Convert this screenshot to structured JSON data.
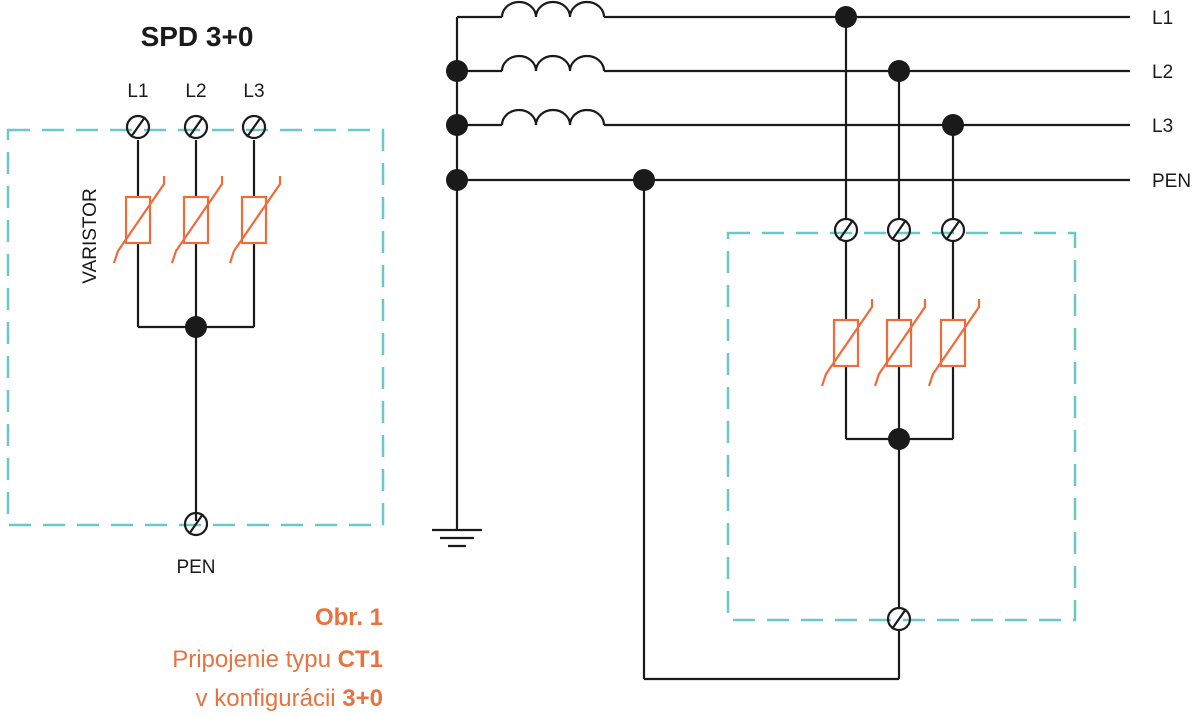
{
  "title": "SPD 3+0",
  "varistor_label": "VARISTOR",
  "spd_terminals": [
    "L1",
    "L2",
    "L3"
  ],
  "spd_ground_label": "PEN",
  "lines": [
    "L1",
    "L2",
    "L3",
    "PEN"
  ],
  "caption": {
    "line1": "Obr. 1",
    "line2_prefix": "Pripojenie typu ",
    "line2_bold": "CT1",
    "line3_prefix": "v konfigurácii ",
    "line3_bold": "3+0"
  },
  "colors": {
    "wire": "#1a1a1a",
    "varistor": "#ee6b3a",
    "enclosure_dash": "#6cc7c8",
    "caption": "#e8733f"
  }
}
